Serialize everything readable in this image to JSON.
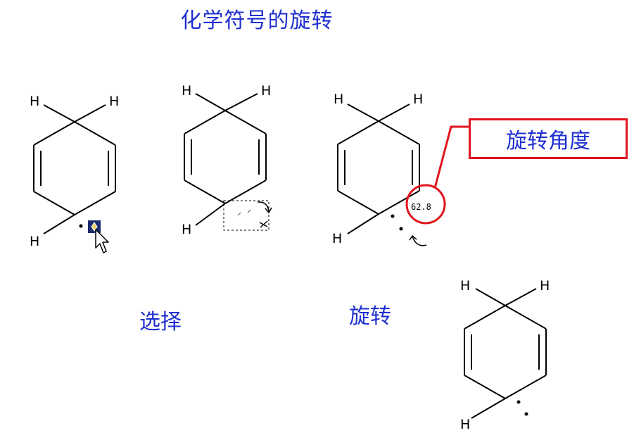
{
  "title": "化学符号的旋转",
  "captions": {
    "select": "选择",
    "rotate": "旋转"
  },
  "callout": {
    "label": "旋转角度",
    "angle_readout": "62.8"
  },
  "atoms": {
    "hydrogen": "H"
  },
  "colors": {
    "title_text": "#1f2fd0",
    "callout_border": "#e1141e",
    "selection_handle": "#1a2c6e",
    "handle_center": "#f3d26b",
    "bond": "#000000"
  },
  "icons": {
    "cursor": "arrow-cursor-icon",
    "rotate": "rotate-arrow-icon",
    "handle": "selection-handle-icon"
  }
}
